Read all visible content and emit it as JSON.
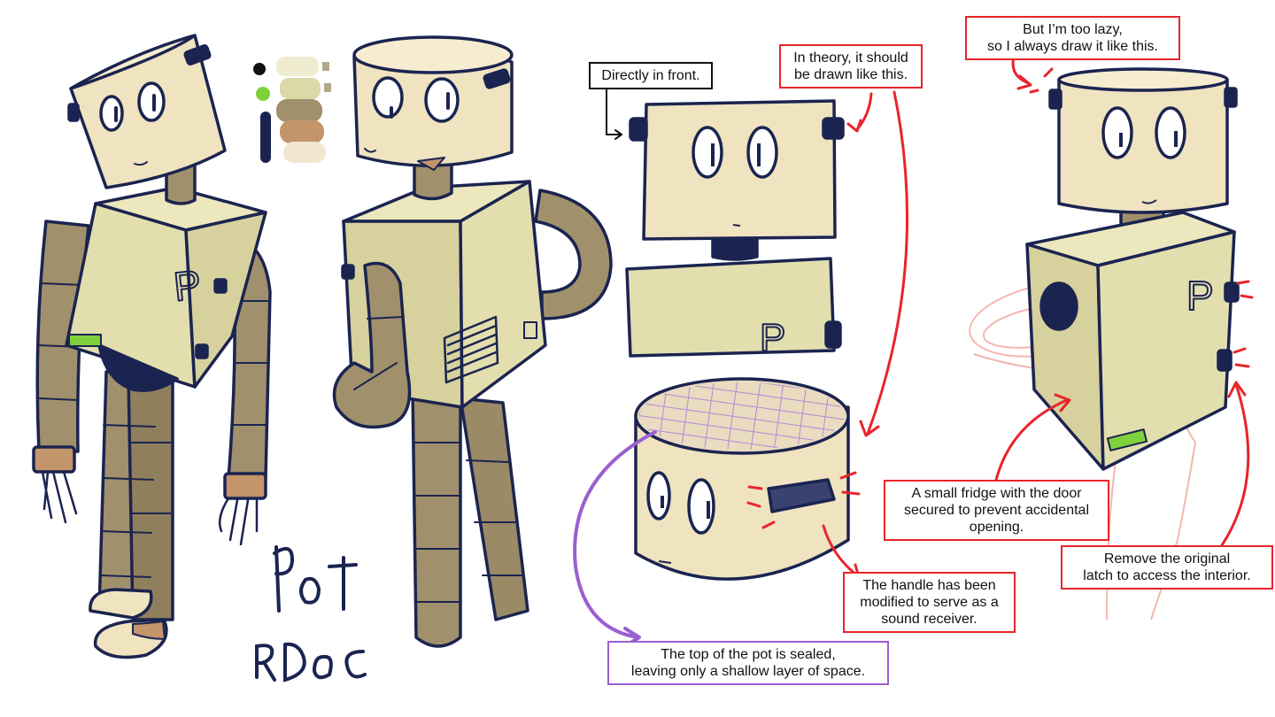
{
  "colors": {
    "outline": "#1b2450",
    "pot": "#efe3c0",
    "body": "#e3deae",
    "limb": "#a1906c",
    "limb_dark": "#8a7a58",
    "cuff": "#c4956a",
    "vent_green": "#7fd13b",
    "annotation_red": "#e8252b",
    "annotation_purple": "#9a5fd0",
    "sketch_pink": "#f2a9a3"
  },
  "palette_swatches": [
    "#111111",
    "#7fd13b",
    "#1b2450",
    "#e6e4b8",
    "#d9d39f",
    "#a1906c",
    "#8a7a58",
    "#c4956a",
    "#f0e6d2",
    "#b0a98a"
  ],
  "signature": {
    "title": "Pot",
    "subtitle": "RD OC"
  },
  "icons": {
    "big_p_letter": "P",
    "front_p_letter": "P",
    "side_p_letter": "P"
  },
  "annotations": {
    "directly_in_front": "Directly in front.",
    "in_theory": "In theory, it should\nbe drawn like this.",
    "too_lazy": "But I’m too lazy,\nso I always draw it like this.",
    "handle_modified": "The handle has been\nmodified to serve as a\nsound receiver.",
    "top_sealed": "The top of the pot is sealed,\nleaving only a shallow layer of space.",
    "small_fridge": "A small fridge with the door\nsecured to prevent accidental\nopening.",
    "remove_latch": "Remove the original\nlatch to access the interior."
  }
}
